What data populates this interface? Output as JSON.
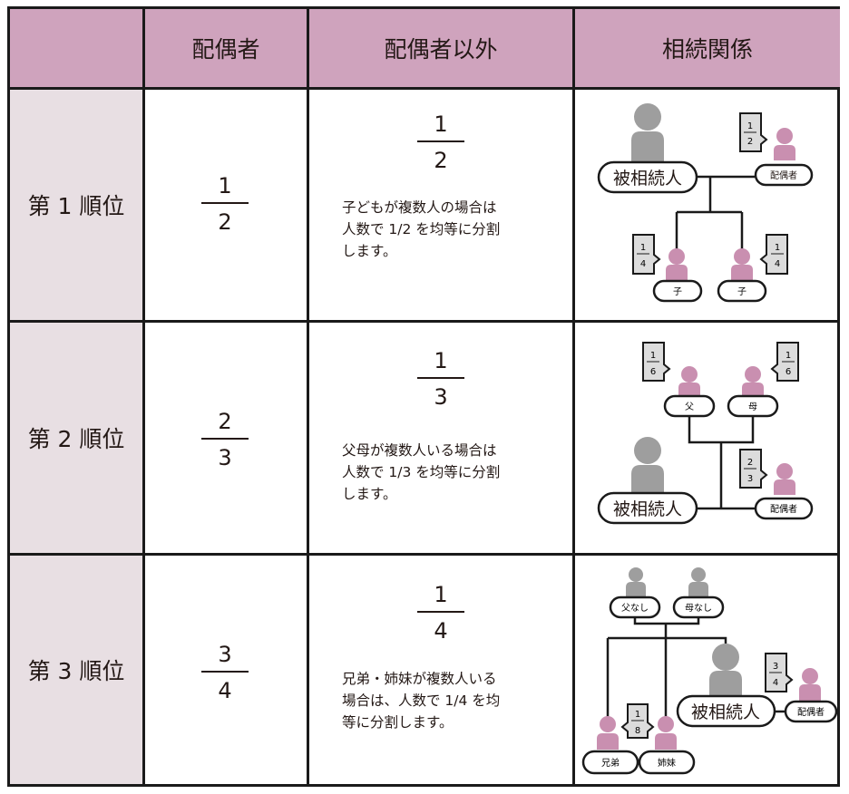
{
  "header": {
    "corner": "",
    "spouse": "配偶者",
    "others": "配偶者以外",
    "relationship": "相続関係"
  },
  "rows": [
    {
      "rank": "第 1 順位",
      "spouse_share": {
        "num": "1",
        "den": "2"
      },
      "other_share": {
        "num": "1",
        "den": "2"
      },
      "note": "子どもが複数人の場合は\n人数で 1/2 を均等に分割\nします。",
      "diagram": {
        "decedent": "被相続人",
        "spouse": "配偶者",
        "spouse_share": {
          "num": "1",
          "den": "2"
        },
        "children": [
          {
            "label": "子",
            "share": {
              "num": "1",
              "den": "4"
            }
          },
          {
            "label": "子",
            "share": {
              "num": "1",
              "den": "4"
            }
          }
        ]
      }
    },
    {
      "rank": "第 2 順位",
      "spouse_share": {
        "num": "2",
        "den": "3"
      },
      "other_share": {
        "num": "1",
        "den": "3"
      },
      "note": "父母が複数人いる場合は\n人数で 1/3 を均等に分割\nします。",
      "diagram": {
        "decedent": "被相続人",
        "spouse": "配偶者",
        "spouse_share": {
          "num": "2",
          "den": "3"
        },
        "parents": [
          {
            "label": "父",
            "share": {
              "num": "1",
              "den": "6"
            }
          },
          {
            "label": "母",
            "share": {
              "num": "1",
              "den": "6"
            }
          }
        ]
      }
    },
    {
      "rank": "第 3 順位",
      "spouse_share": {
        "num": "3",
        "den": "4"
      },
      "other_share": {
        "num": "1",
        "den": "4"
      },
      "note": "兄弟・姉妹が複数人いる\n場合は、人数で 1/4 を均\n等に分割します。",
      "diagram": {
        "decedent": "被相続人",
        "spouse": "配偶者",
        "spouse_share": {
          "num": "3",
          "den": "4"
        },
        "parents": [
          {
            "label": "父なし"
          },
          {
            "label": "母なし"
          }
        ],
        "siblings": [
          {
            "label": "兄弟"
          },
          {
            "label": "姉妹"
          }
        ],
        "sibling_share": {
          "num": "1",
          "den": "8"
        }
      }
    }
  ],
  "colors": {
    "header_bg": "#cfa3bd",
    "rank_bg": "#e8dfe3",
    "heir_pink": "#c98fb0",
    "decedent_gray": "#9e9e9e",
    "share_box_bg": "#dcdcdc"
  }
}
